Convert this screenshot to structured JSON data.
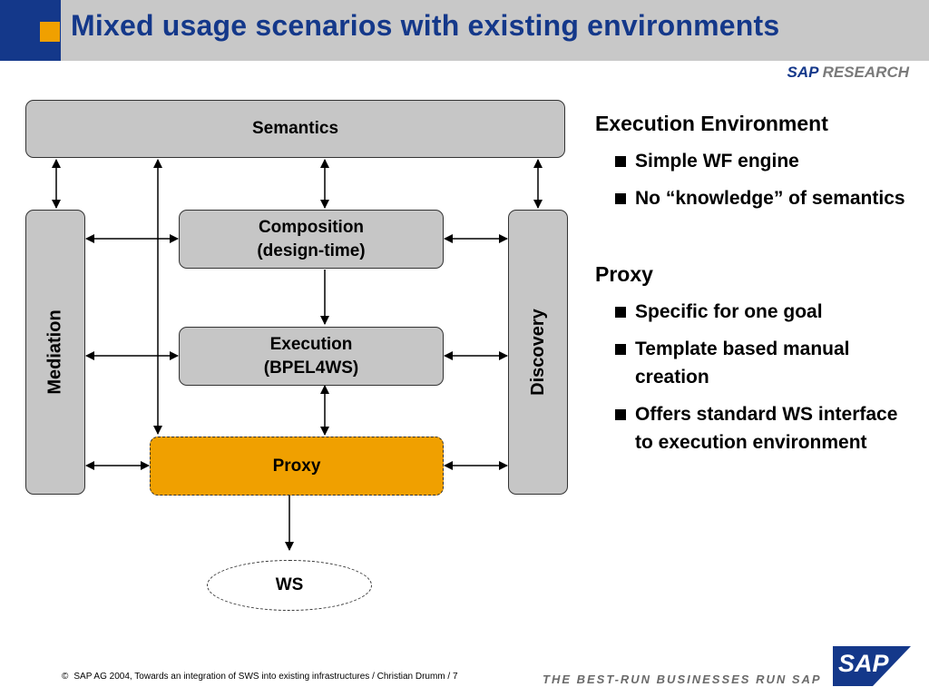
{
  "slide": {
    "title": "Mixed usage scenarios with existing environments",
    "brand_sap": "SAP",
    "brand_research": "RESEARCH"
  },
  "diagram": {
    "semantics": "Semantics",
    "mediation": "Mediation",
    "discovery": "Discovery",
    "composition_line1": "Composition",
    "composition_line2": "(design-time)",
    "execution_line1": "Execution",
    "execution_line2": "(BPEL4WS)",
    "proxy": "Proxy",
    "ws": "WS"
  },
  "notes": {
    "section1": {
      "heading": "Execution Environment",
      "bullets": [
        "Simple WF engine",
        "No “knowledge” of semantics"
      ]
    },
    "section2": {
      "heading": "Proxy",
      "bullets": [
        "Specific for one goal",
        "Template based manual creation",
        "Offers standard WS interface to execution environment"
      ]
    }
  },
  "footer": {
    "copyright_symbol": "©",
    "text": "SAP AG 2004, Towards an integration of SWS into existing infrastructures / Christian Drumm / 7",
    "slogan": "THE BEST-RUN BUSINESSES RUN SAP",
    "logo_text": "SAP",
    "logo_mark": "®"
  },
  "colors": {
    "header_bg": "#c8c8c8",
    "header_accent": "#14388a",
    "accent_orange": "#f0a000",
    "box_fill": "#c6c6c6"
  }
}
